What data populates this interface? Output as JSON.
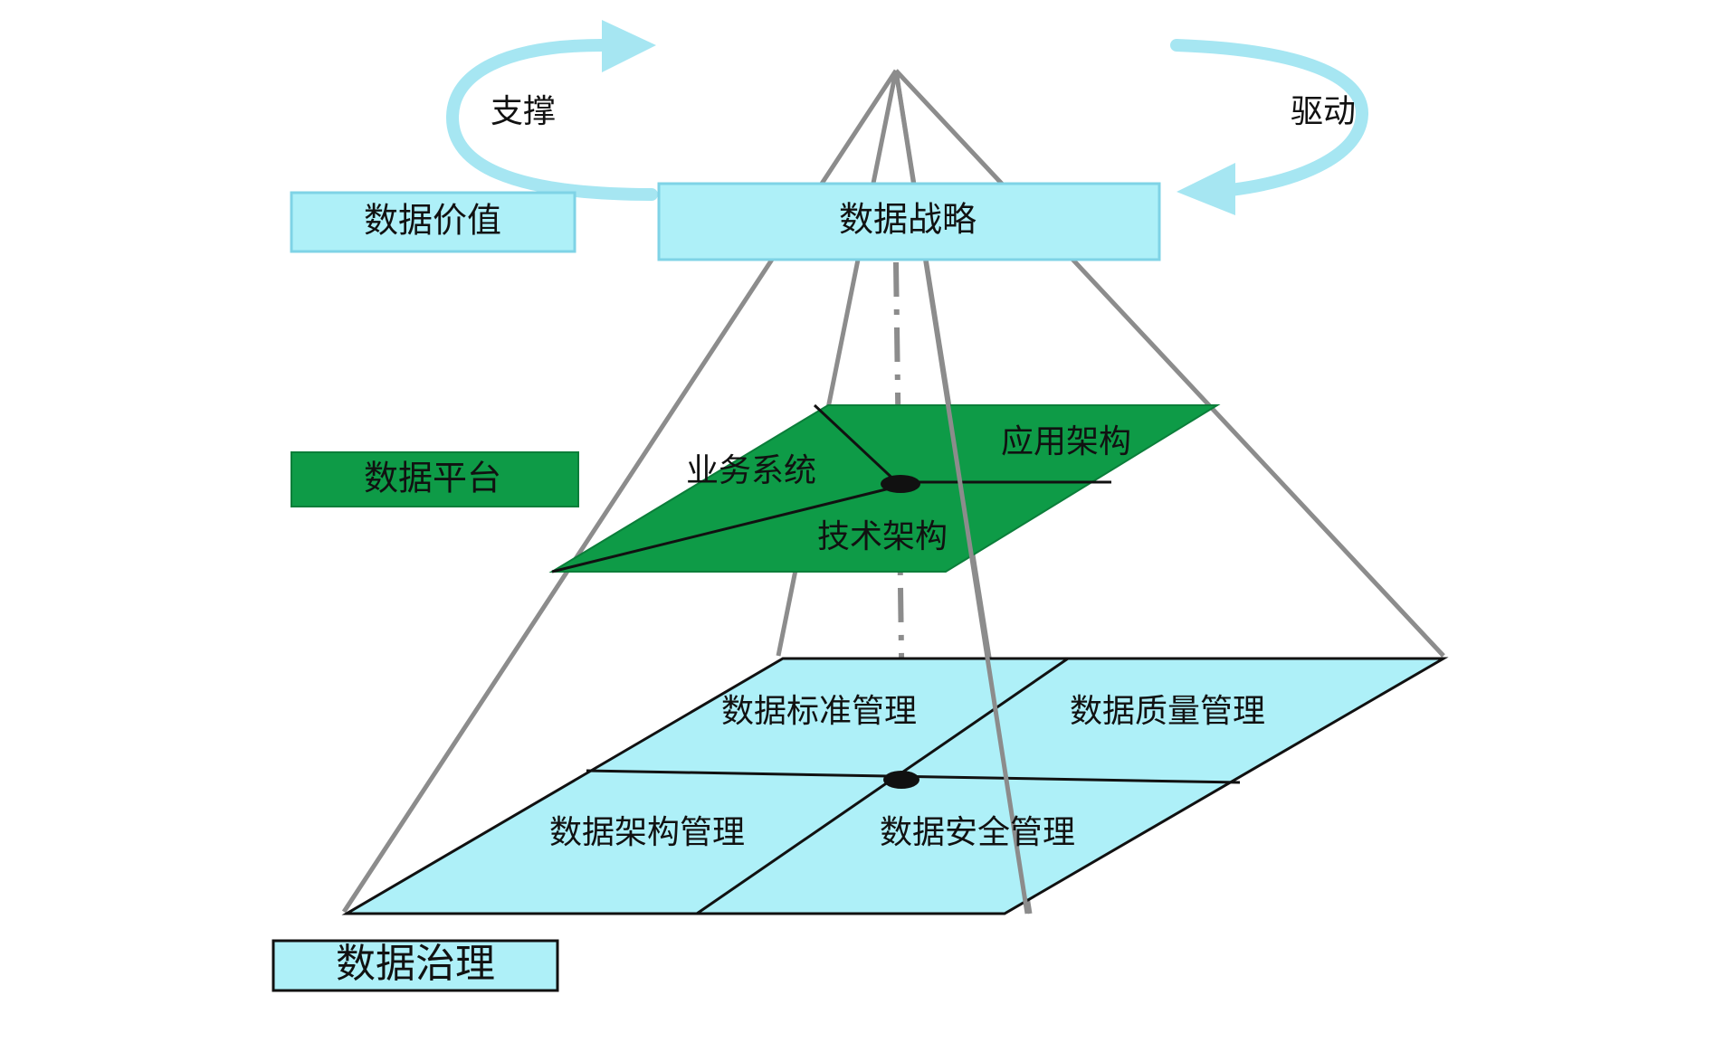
{
  "colors": {
    "light_blue": "#AEF0F8",
    "light_blue_border": "#7FD3E6",
    "green": "#0E9B47",
    "pyramid_line": "#8C8C8C",
    "arrow": "#A6E6F2",
    "dark": "#111111"
  },
  "top": {
    "value_box": "数据价值",
    "strategy_box": "数据战略",
    "support_label": "支撑",
    "drive_label": "驱动"
  },
  "platform": {
    "box": "数据平台",
    "business_systems": "业务系统",
    "application_architecture": "应用架构",
    "technical_architecture": "技术架构"
  },
  "governance": {
    "box": "数据治理",
    "standard_management": "数据标准管理",
    "quality_management": "数据质量管理",
    "architecture_management": "数据架构管理",
    "security_management": "数据安全管理"
  }
}
